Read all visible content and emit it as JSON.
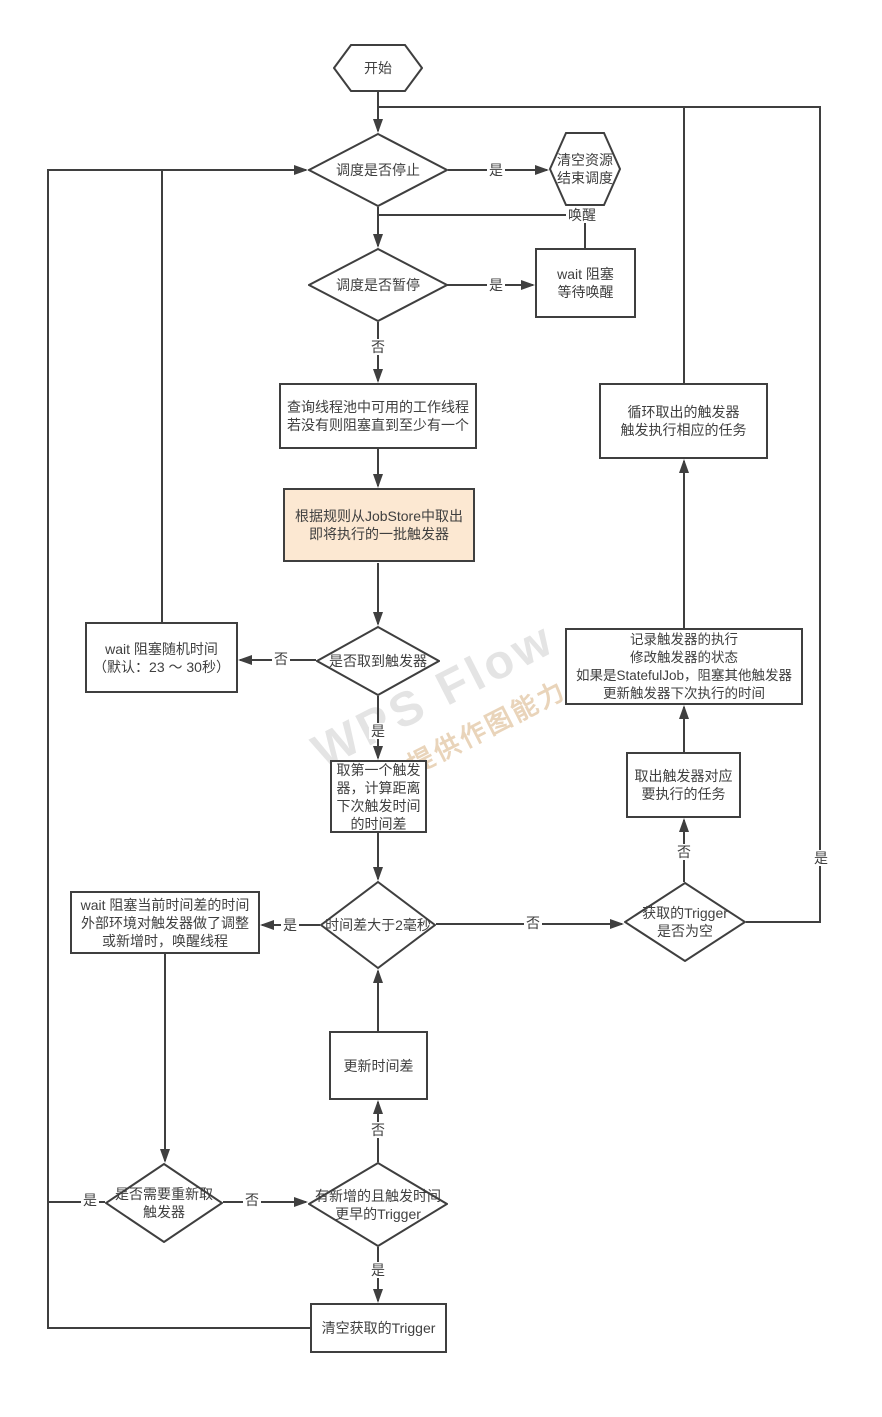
{
  "watermark": {
    "line1": "WPS Flow",
    "line2": "仅提供作图能力"
  },
  "colors": {
    "line": "#3f3f3f",
    "highlight_fill": "#fce8d2",
    "watermark_gray": "#e4e4e4",
    "watermark_tan": "#e9d4ba"
  },
  "nodes": {
    "start": {
      "label": "开始"
    },
    "stop_check": {
      "label": "调度是否停止"
    },
    "cleanup_end": {
      "lines": [
        "清空资源",
        "结束调度"
      ]
    },
    "pause_check": {
      "label": "调度是否暂停"
    },
    "wait_wake": {
      "lines": [
        "wait 阻塞",
        "等待唤醒"
      ]
    },
    "query_threads": {
      "lines": [
        "查询线程池中可用的工作线程",
        "若没有则阻塞直到至少有一个"
      ]
    },
    "fetch_triggers": {
      "lines": [
        "根据规则从JobStore中取出",
        "即将执行的一批触发器"
      ]
    },
    "got_trigger_check": {
      "label": "是否取到触发器"
    },
    "wait_random": {
      "lines": [
        "wait 阻塞随机时间",
        "（默认：23 ～ 30秒）"
      ]
    },
    "first_trigger": {
      "lines": [
        "取第一个触发",
        "器，计算距离",
        "下次触发时间",
        "的时间差"
      ]
    },
    "timediff_check": {
      "label": "时间差大于2毫秒"
    },
    "wait_timediff": {
      "lines": [
        "wait 阻塞当前时间差的时间",
        "外部环境对触发器做了调整",
        "或新增时，唤醒线程"
      ]
    },
    "loop_fire": {
      "lines": [
        "循环取出的触发器",
        "触发执行相应的任务"
      ]
    },
    "record_exec": {
      "lines": [
        "记录触发器的执行",
        "修改触发器的状态",
        "如果是StatefulJob，阻塞其他触发器",
        "更新触发器下次执行的时间"
      ]
    },
    "get_job": {
      "lines": [
        "取出触发器对应",
        "要执行的任务"
      ]
    },
    "empty_check": {
      "lines": [
        "获取的Trigger",
        "是否为空"
      ]
    },
    "update_timediff": {
      "label": "更新时间差"
    },
    "refetch_check": {
      "lines": [
        "是否需要重新取",
        "触发器"
      ]
    },
    "newer_check": {
      "lines": [
        "有新增的且触发时间",
        "更早的Trigger"
      ]
    },
    "clear_trigger": {
      "label": "清空获取的Trigger"
    }
  },
  "edge_labels": {
    "stop_yes": "是",
    "wake": "唤醒",
    "pause_yes": "是",
    "pause_no": "否",
    "got_trigger_no": "否",
    "got_trigger_yes": "是",
    "timediff_yes": "是",
    "timediff_no": "否",
    "empty_no": "否",
    "empty_yes": "是",
    "newer_no": "否",
    "newer_yes": "是",
    "refetch_no": "否",
    "refetch_yes": "是"
  }
}
